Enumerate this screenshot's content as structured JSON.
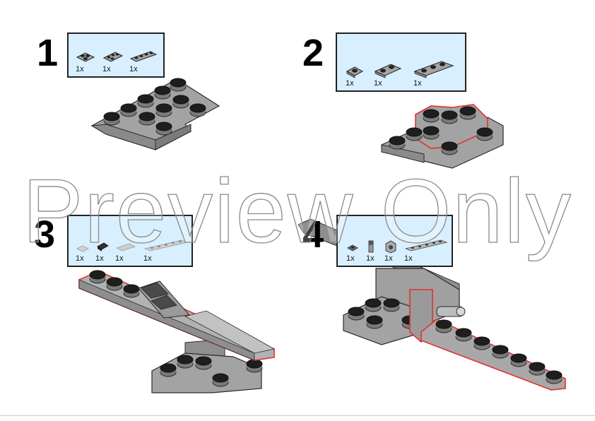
{
  "steps": [
    {
      "number": "1",
      "parts": [
        {
          "qty": "1x",
          "icon": "plate-wedge-icon"
        },
        {
          "qty": "1x",
          "icon": "plate-2x3-icon"
        },
        {
          "qty": "1x",
          "icon": "plate-1x4-icon"
        }
      ]
    },
    {
      "number": "2",
      "parts": [
        {
          "qty": "1x",
          "icon": "plate-1x1-icon"
        },
        {
          "qty": "1x",
          "icon": "plate-1x2-icon"
        },
        {
          "qty": "1x",
          "icon": "plate-1x3-icon"
        }
      ]
    },
    {
      "number": "3",
      "parts": [
        {
          "qty": "1x",
          "icon": "tile-light-icon"
        },
        {
          "qty": "1x",
          "icon": "grille-dark-icon"
        },
        {
          "qty": "1x",
          "icon": "tile-slope-icon"
        },
        {
          "qty": "1x",
          "icon": "plate-long-icon"
        }
      ]
    },
    {
      "number": "4",
      "parts": [
        {
          "qty": "1x",
          "icon": "bracket-icon"
        },
        {
          "qty": "1x",
          "icon": "bar-holder-icon"
        },
        {
          "qty": "1x",
          "icon": "brick-round-icon"
        },
        {
          "qty": "1x",
          "icon": "plate-1x8-icon"
        }
      ]
    }
  ],
  "watermark": "Preview Only",
  "colors": {
    "callout_bg": "#d8efff",
    "brick": "#a4a4a4",
    "highlight": "#e0332e"
  }
}
